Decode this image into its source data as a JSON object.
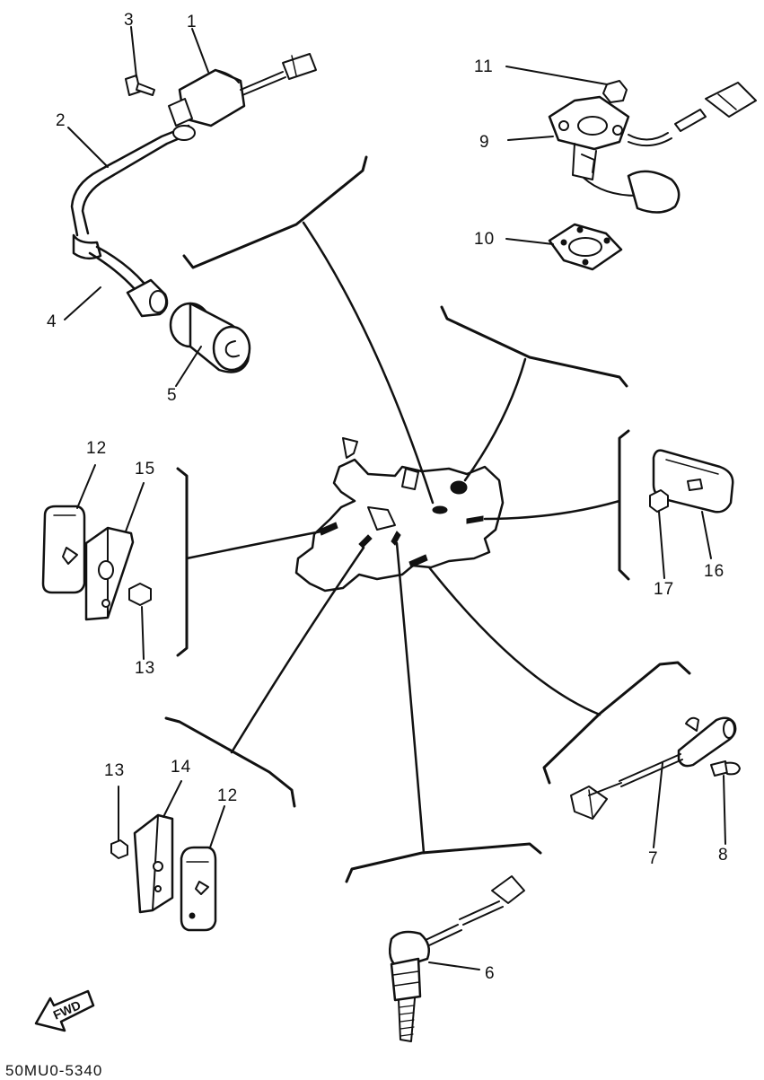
{
  "diagram": {
    "drawing_code": "50MU0-5340",
    "fwd_label": "FWD",
    "callouts": [
      "1",
      "2",
      "3",
      "4",
      "5",
      "6",
      "7",
      "8",
      "9",
      "10",
      "11",
      "12",
      "12",
      "13",
      "13",
      "14",
      "15",
      "16",
      "17"
    ]
  }
}
